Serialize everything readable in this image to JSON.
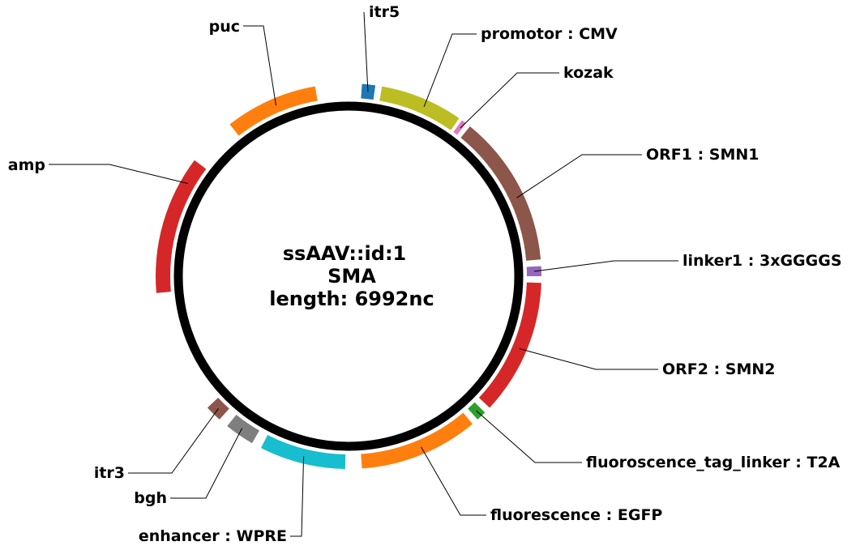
{
  "plasmid": {
    "name_line1": "ssAAV::id:1",
    "name_line2": "SMA",
    "length_line": "length: 6992nc",
    "backbone_color": "#000000"
  },
  "features": [
    {
      "id": "itr5",
      "label": "itr5",
      "color": "#1f77b4"
    },
    {
      "id": "promotor",
      "label": "promotor : CMV",
      "color": "#bcbd22"
    },
    {
      "id": "kozak",
      "label": "kozak",
      "color": "#e377c2"
    },
    {
      "id": "orf1",
      "label": "ORF1 : SMN1",
      "color": "#8c564b"
    },
    {
      "id": "linker1",
      "label": "linker1 : 3xGGGGS",
      "color": "#9467bd"
    },
    {
      "id": "orf2",
      "label": "ORF2 : SMN2",
      "color": "#d62728"
    },
    {
      "id": "tag-linker",
      "label": "fluoroscence_tag_linker : T2A",
      "color": "#2ca02c"
    },
    {
      "id": "fluorescence",
      "label": "fluorescence : EGFP",
      "color": "#ff7f0e"
    },
    {
      "id": "enhancer",
      "label": "enhancer : WPRE",
      "color": "#17becf"
    },
    {
      "id": "bgh",
      "label": "bgh",
      "color": "#7f7f7f"
    },
    {
      "id": "itr3",
      "label": "itr3",
      "color": "#8c564b"
    },
    {
      "id": "amp",
      "label": "amp",
      "color": "#d62728"
    },
    {
      "id": "puc",
      "label": "puc",
      "color": "#ff7f0e"
    }
  ]
}
